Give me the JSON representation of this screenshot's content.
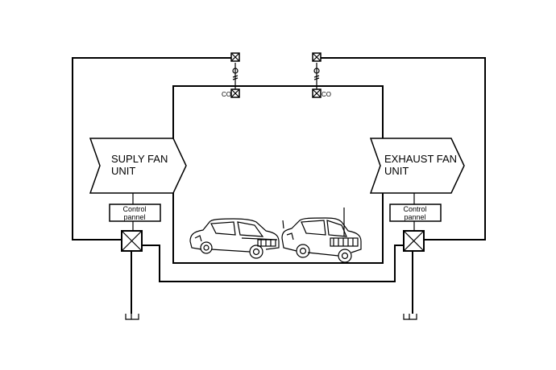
{
  "supply_unit": {
    "line1": "SUPLY FAN",
    "line2": "UNIT"
  },
  "exhaust_unit": {
    "line1": "EXHAUST FAN",
    "line2": "UNIT"
  },
  "control_panel_left": {
    "line1": "Control",
    "line2": "pannel"
  },
  "control_panel_right": {
    "line1": "Control",
    "line2": "pannel"
  },
  "co_sensor_left": "CO",
  "co_sensor_right": "CO",
  "icons": [
    "damper-icon",
    "co-sensor-icon",
    "car-icon",
    "fan-icon",
    "drain-icon"
  ],
  "colors": {
    "line": "#000000",
    "background": "#ffffff"
  }
}
